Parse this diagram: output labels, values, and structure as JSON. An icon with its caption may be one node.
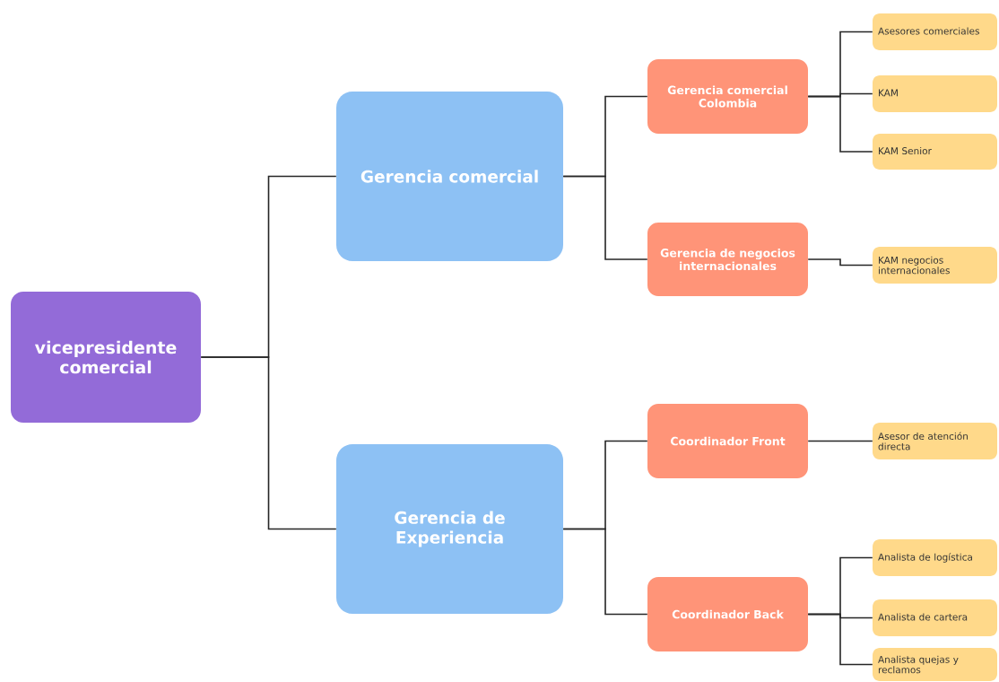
{
  "diagram": {
    "nodes": [
      {
        "text": [
          "vicepresidente comercial"
        ]
      },
      {
        "text": [
          "Gerencia comercial"
        ]
      },
      {
        "text": [
          "Gerencia de Experiencia"
        ]
      },
      {
        "text": [
          "Gerencia comercial Colombia"
        ]
      },
      {
        "text": [
          "Gerencia de negocios internacionales"
        ]
      },
      {
        "text": [
          "Coordinador Front"
        ]
      },
      {
        "text": [
          "Coordinador Back"
        ]
      },
      {
        "text": [
          "Asesores comerciales"
        ]
      },
      {
        "text": [
          "KAM"
        ]
      },
      {
        "text": [
          "KAM Senior"
        ]
      },
      {
        "text": [
          "KAM negocios internacionales"
        ]
      },
      {
        "text": [
          "Asesor de atención directa"
        ]
      },
      {
        "text": [
          "Analista de logística"
        ]
      },
      {
        "text": [
          "Analista de cartera"
        ]
      },
      {
        "text": [
          "Analista quejas y reclamos"
        ]
      }
    ],
    "edges": [
      {
        "from": 0,
        "to": 1,
        "arrow": "none"
      },
      {
        "from": 0,
        "to": 2,
        "arrow": "none"
      },
      {
        "from": 1,
        "to": 3,
        "arrow": "none"
      },
      {
        "from": 1,
        "to": 4,
        "arrow": "none"
      },
      {
        "from": 2,
        "to": 5,
        "arrow": "none"
      },
      {
        "from": 2,
        "to": 6,
        "arrow": "none"
      },
      {
        "from": 3,
        "to": 7,
        "arrow": "none"
      },
      {
        "from": 3,
        "to": 8,
        "arrow": "none"
      },
      {
        "from": 3,
        "to": 9,
        "arrow": "none"
      },
      {
        "from": 4,
        "to": 10,
        "arrow": "none"
      },
      {
        "from": 5,
        "to": 11,
        "arrow": "none"
      },
      {
        "from": 6,
        "to": 12,
        "arrow": "none"
      },
      {
        "from": 6,
        "to": 13,
        "arrow": "none"
      },
      {
        "from": 6,
        "to": 14,
        "arrow": "none"
      }
    ]
  }
}
